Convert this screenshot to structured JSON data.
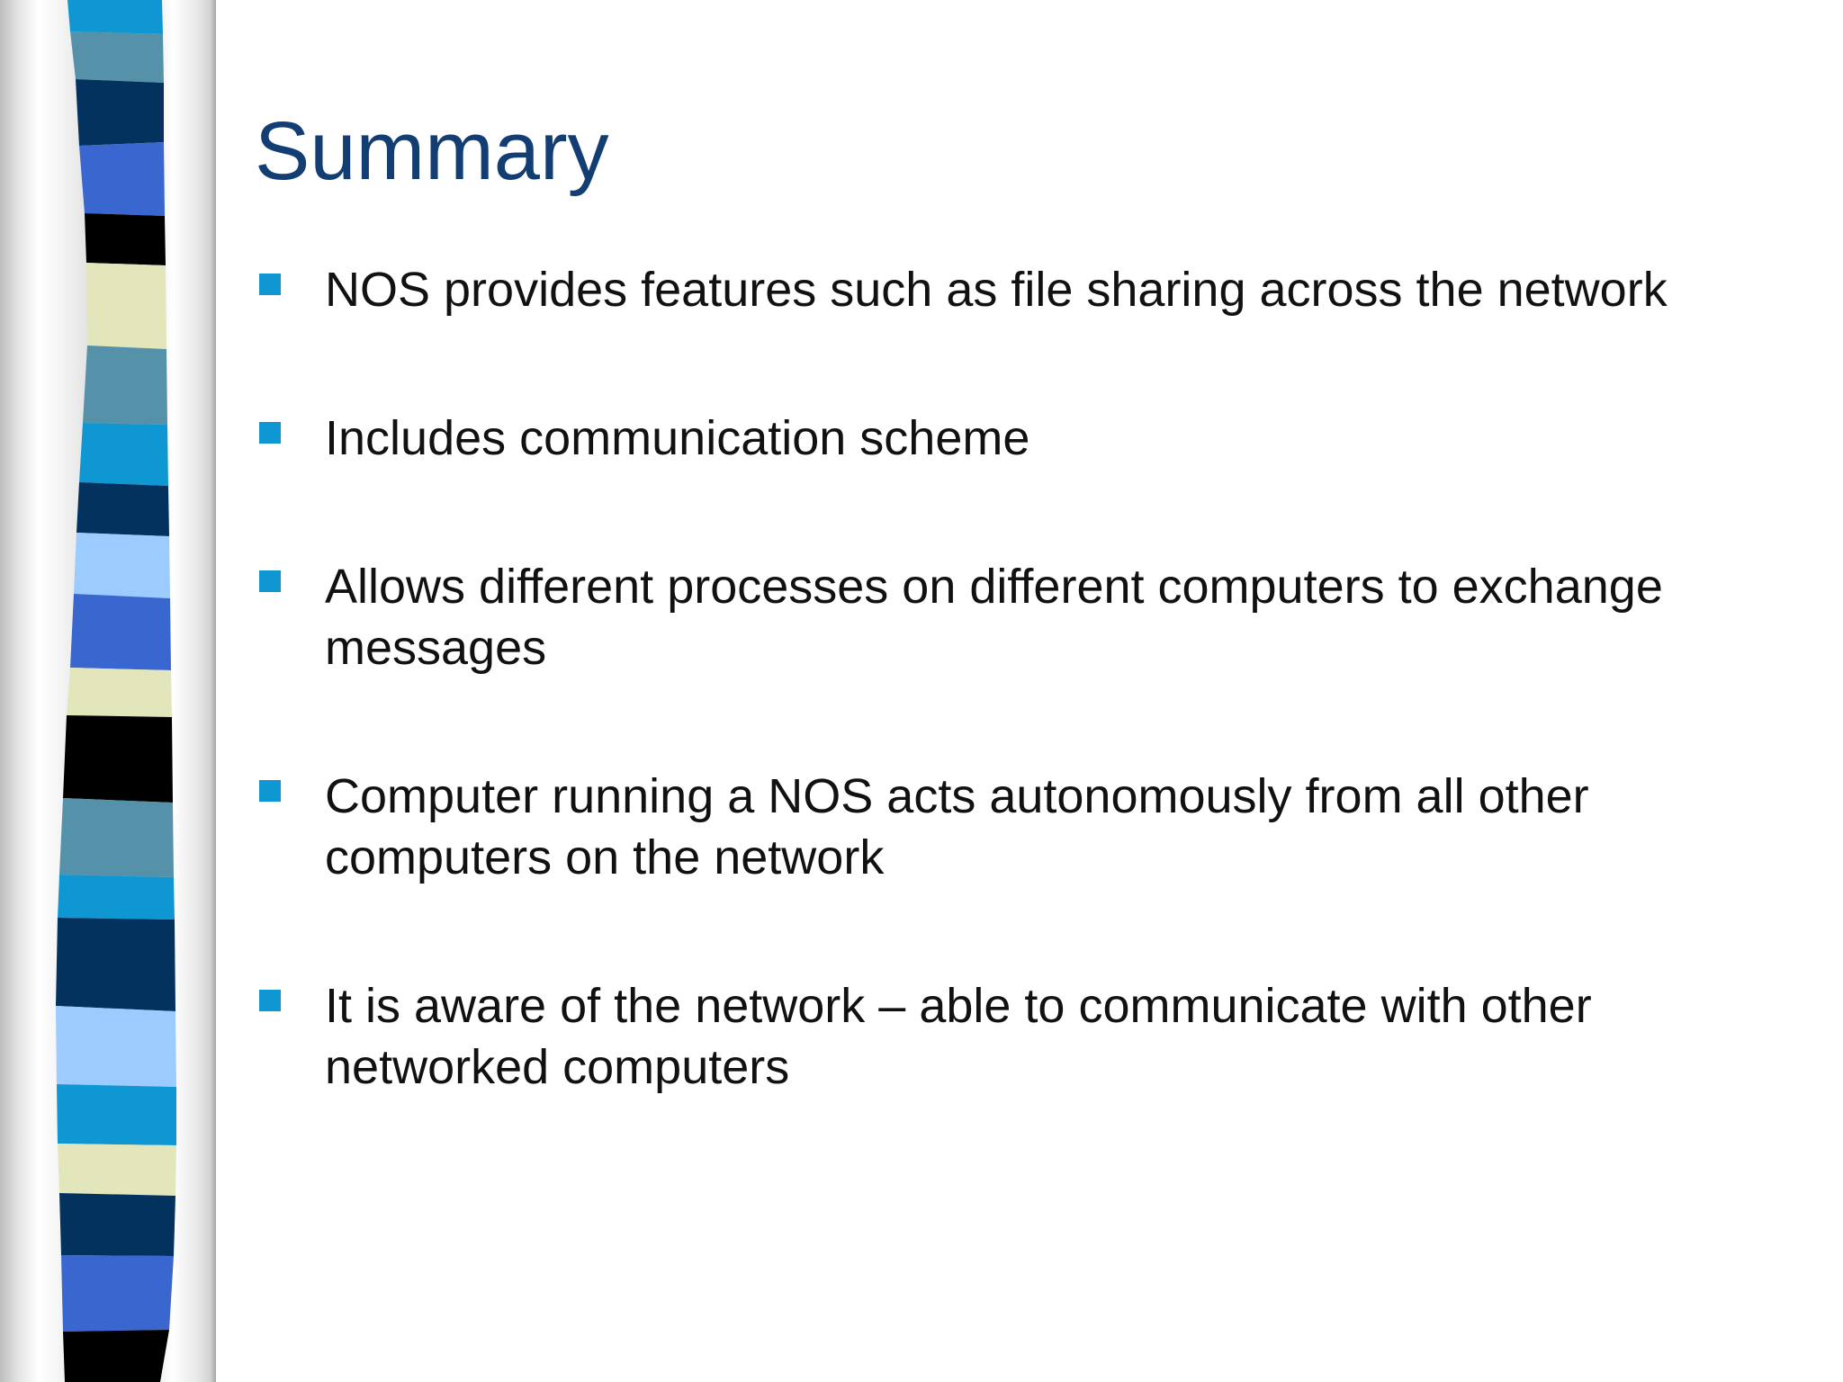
{
  "slide": {
    "title": "Summary",
    "bullets": [
      "NOS provides features such as file sharing across the network",
      "Includes communication scheme",
      "Allows different processes on different computers to exchange messages",
      "Computer running a NOS acts autonomously from all other computers on the network",
      "It is aware of the network – able to communicate with other networked computers"
    ]
  },
  "theme": {
    "title_color": "#123e73",
    "bullet_marker_color": "#0f97d3",
    "stripe_colors": [
      "#0f97d3",
      "#5691aa",
      "#04325f",
      "#3a67cf",
      "#000000",
      "#e3e5bb",
      "#9ccbff"
    ]
  }
}
